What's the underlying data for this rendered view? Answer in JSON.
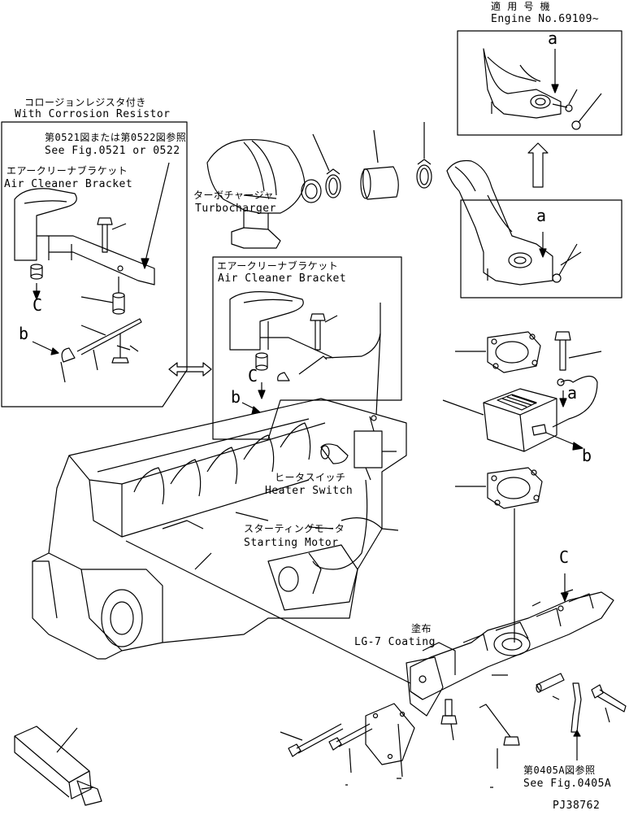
{
  "applicable": {
    "jp": "適 用 号 機",
    "en": "Engine No.69109~"
  },
  "corrosion": {
    "jp": "コロージョンレジスタ付き",
    "en": "With Corrosion Resistor"
  },
  "see_fig_0521": {
    "jp": "第0521図または第0522図参照",
    "en": "See Fig.0521 or 0522"
  },
  "bracket_left": {
    "jp": "エアークリーナブラケット",
    "en": "Air Cleaner Bracket"
  },
  "bracket_center": {
    "jp": "エアークリーナブラケット",
    "en": "Air Cleaner Bracket"
  },
  "turbocharger": {
    "jp": "ターボチャージャ",
    "en": "Turbocharger"
  },
  "heater_switch": {
    "jp": "ヒータスイッチ",
    "en": "Heater Switch"
  },
  "starting_motor": {
    "jp": "スターティングモータ",
    "en": "Starting Motor"
  },
  "coating": {
    "jp": "塗布",
    "en": "LG-7 Coating"
  },
  "see_fig_0405a": {
    "jp": "第0405A図参照",
    "en": "See Fig.0405A"
  },
  "markers": {
    "a": "a",
    "b": "b",
    "c": "C"
  },
  "drawing_code": "PJ38762"
}
